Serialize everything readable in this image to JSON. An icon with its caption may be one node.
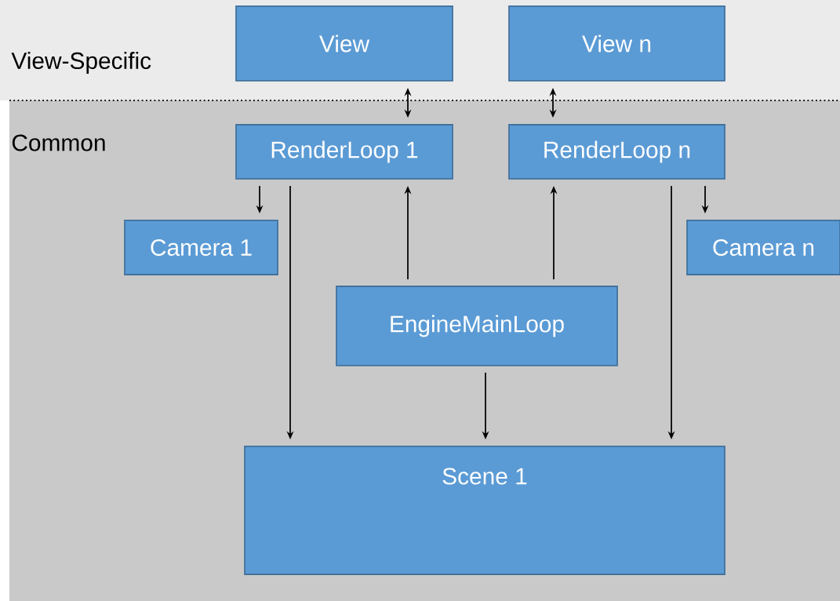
{
  "diagram": {
    "nodes": [
      {
        "text": [
          "View-Specific"
        ]
      },
      {
        "text": [
          "View"
        ],
        "in": 0
      },
      {
        "text": [
          "View n"
        ],
        "in": 0
      },
      {
        "text": [
          "Common"
        ]
      },
      {
        "text": [
          "RenderLoop 1"
        ],
        "in": 3
      },
      {
        "text": [
          "RenderLoop n"
        ],
        "in": 3
      },
      {
        "text": [
          "Camera 1"
        ],
        "in": 3
      },
      {
        "text": [
          "Camera n"
        ],
        "in": 3
      },
      {
        "text": [
          "EngineMainLoop"
        ],
        "in": 3
      },
      {
        "text": [
          "Scene 1"
        ],
        "in": 3
      }
    ],
    "edges": [
      {
        "from": 1,
        "to": 4,
        "arrow": "both"
      },
      {
        "from": 2,
        "to": 5,
        "arrow": "both"
      },
      {
        "from": 4,
        "to": 6,
        "arrow": "to"
      },
      {
        "from": 5,
        "to": 7,
        "arrow": "to"
      },
      {
        "from": 4,
        "to": 9,
        "arrow": "to"
      },
      {
        "from": 5,
        "to": 9,
        "arrow": "to"
      },
      {
        "from": 8,
        "to": 4,
        "arrow": "to"
      },
      {
        "from": 8,
        "to": 5,
        "arrow": "to"
      },
      {
        "from": 8,
        "to": 9,
        "arrow": "to"
      }
    ]
  }
}
